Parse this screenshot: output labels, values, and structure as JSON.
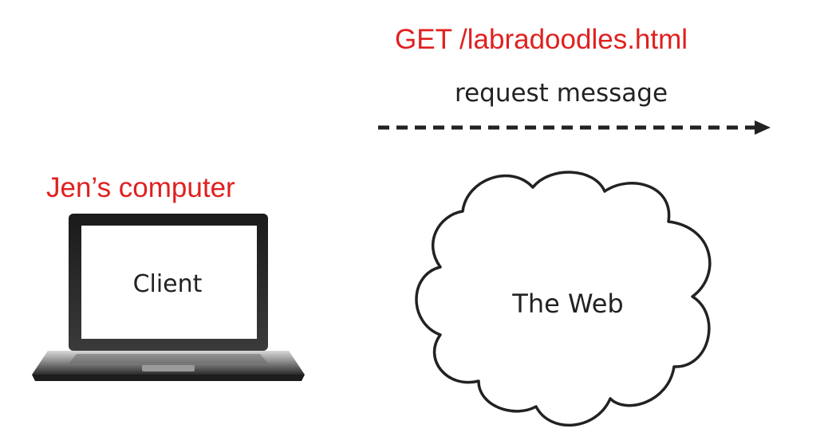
{
  "request_line": "GET /labradoodles.html",
  "arrow_label": "request message",
  "client_owner": "Jen’s computer",
  "client_label": "Client",
  "cloud_label": "The Web",
  "colors": {
    "highlight": "#e02020",
    "ink": "#222222"
  },
  "icons": [
    "laptop-icon",
    "cloud-icon",
    "dashed-arrow-icon"
  ]
}
